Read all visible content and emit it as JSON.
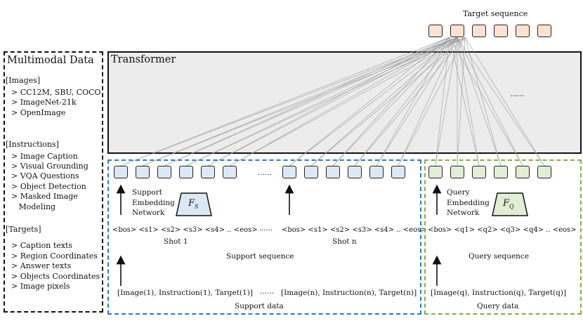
{
  "data_panel": {
    "title": "Multimodal Data",
    "images_header": "[Images]",
    "images": [
      "> CC12M, SBU, COCO",
      "> ImageNet-21k",
      "> OpenImage"
    ],
    "instructions_header": "[Instructions]",
    "instructions": [
      "> Image Caption",
      "> Visual Grounding",
      "> VQA Questions",
      "> Object Detection",
      "> Masked Image",
      "   Modeling"
    ],
    "targets_header": "[Targets]",
    "targets": [
      "> Caption texts",
      "> Region Coordinates",
      "> Answer texts",
      "> Objects Coordinates",
      "> Image pixels"
    ]
  },
  "target": {
    "label": "Target sequence",
    "count": 6
  },
  "transformer": {
    "title": "Transformer",
    "ellipsis": "......"
  },
  "support": {
    "embed_label": [
      "Support",
      "Embedding",
      "Network"
    ],
    "fs_main": "F",
    "fs_sub": "S",
    "between_dots": "......",
    "shot1_seq": "<bos> <s1> <s2> <s3> <s4> .. <eos>",
    "shotn_seq": "<bos> <s1> <s2> <s3> <s4> .. <eos>",
    "seq_dots": "......",
    "shot1_label": "Shot 1",
    "shotn_label": "Shot n",
    "sequence_label": "Support sequence",
    "data_1": "[Image(1), Instruction(1), Target(1)]",
    "data_dots": "......",
    "data_n": "[Image(n), Instruction(n), Target(n)]",
    "data_label": "Support data"
  },
  "query": {
    "embed_label": [
      "Query",
      "Embedding",
      "Network"
    ],
    "fq_main": "F",
    "fq_sub": "Q",
    "seq": "<bos> <q1> <q2> <q3> <q4> .. <eos>",
    "sequence_label": "Query sequence",
    "data": "[Image(q), Instruction(q), Target(q)]",
    "data_label": "Query data"
  },
  "colors": {
    "support_token": "#dde8f5",
    "query_token": "#e1eed6",
    "target_token": "#fde2d2",
    "support_border": "#2a7bc4",
    "query_border": "#7cb342",
    "transformer_fill": "#ececec"
  }
}
